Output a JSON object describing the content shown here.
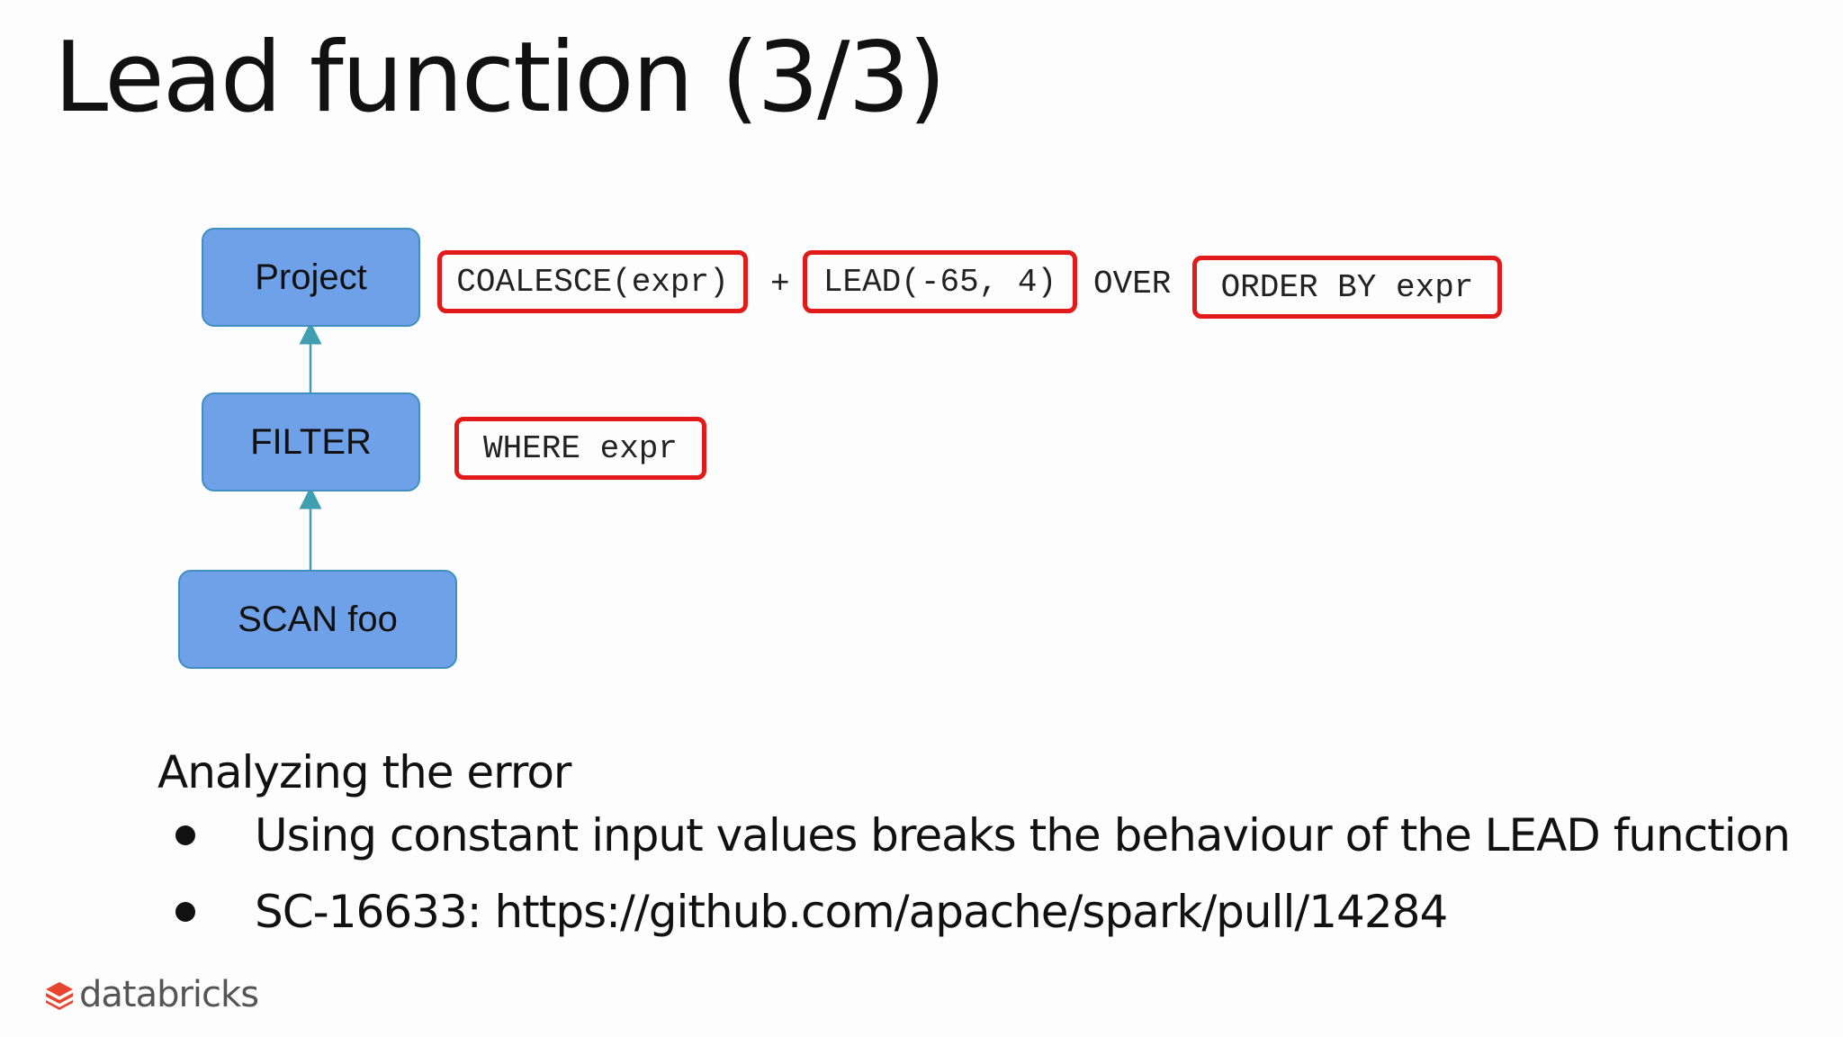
{
  "slide": {
    "title": "Lead function (3/3)"
  },
  "diagram": {
    "nodes": {
      "project": "Project",
      "filter": "FILTER",
      "scan": "SCAN foo"
    },
    "project_expr": {
      "coalesce": "COALESCE(expr)",
      "plus": "+",
      "lead": "LEAD(-65, 4)",
      "over": "OVER",
      "order_by": "ORDER BY expr"
    },
    "filter_expr": {
      "where": "WHERE expr"
    },
    "colors": {
      "node_fill": "#6fa1e8",
      "node_border": "#3f8fc0",
      "highlight_border": "#e21a1a",
      "arrow": "#3f9fb0"
    }
  },
  "analysis": {
    "heading": "Analyzing the error",
    "bullets": [
      "Using constant input values breaks the behaviour of the LEAD function",
      "SC-16633: https://github.com/apache/spark/pull/14284"
    ]
  },
  "footer": {
    "logo_text": "databricks",
    "logo_icon": "databricks-logo-icon",
    "logo_color": "#e8442f"
  }
}
